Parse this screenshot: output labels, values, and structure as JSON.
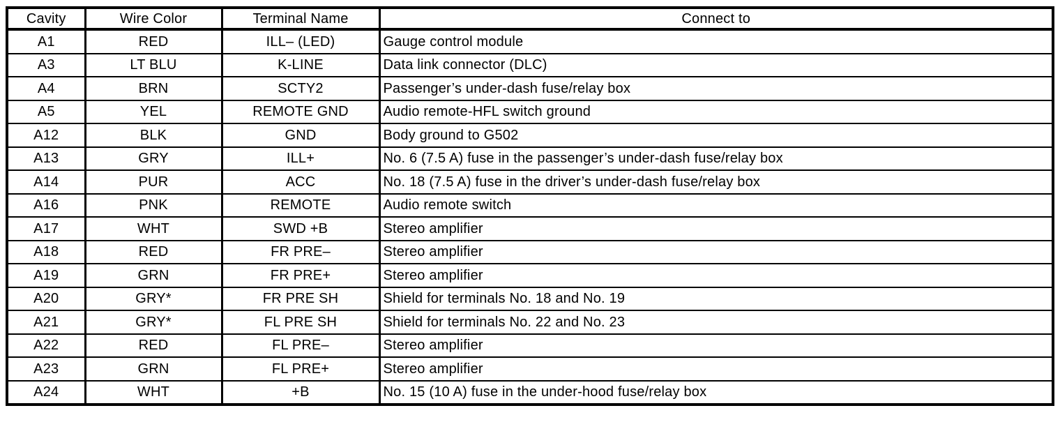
{
  "document": {
    "type": "connector-pinout-table",
    "colors": {
      "background": "#ffffff",
      "border": "#000000",
      "text": "#000000"
    }
  },
  "table": {
    "headers": [
      "Cavity",
      "Wire Color",
      "Terminal Name",
      "Connect to"
    ],
    "rows": [
      {
        "cavity": "A1",
        "wire_color": "RED",
        "terminal_name": "ILL– (LED)",
        "connect_to": "Gauge control module"
      },
      {
        "cavity": "A3",
        "wire_color": "LT BLU",
        "terminal_name": "K-LINE",
        "connect_to": "Data link connector (DLC)"
      },
      {
        "cavity": "A4",
        "wire_color": "BRN",
        "terminal_name": "SCTY2",
        "connect_to": "Passenger’s under-dash fuse/relay box"
      },
      {
        "cavity": "A5",
        "wire_color": "YEL",
        "terminal_name": "REMOTE GND",
        "connect_to": "Audio remote-HFL switch ground"
      },
      {
        "cavity": "A12",
        "wire_color": "BLK",
        "terminal_name": "GND",
        "connect_to": "Body ground to G502"
      },
      {
        "cavity": "A13",
        "wire_color": "GRY",
        "terminal_name": "ILL+",
        "connect_to": "No. 6 (7.5 A) fuse in the passenger’s under-dash fuse/relay box"
      },
      {
        "cavity": "A14",
        "wire_color": "PUR",
        "terminal_name": "ACC",
        "connect_to": "No. 18 (7.5 A) fuse in the driver’s under-dash fuse/relay box"
      },
      {
        "cavity": "A16",
        "wire_color": "PNK",
        "terminal_name": "REMOTE",
        "connect_to": "Audio remote switch"
      },
      {
        "cavity": "A17",
        "wire_color": "WHT",
        "terminal_name": "SWD +B",
        "connect_to": "Stereo amplifier"
      },
      {
        "cavity": "A18",
        "wire_color": "RED",
        "terminal_name": "FR PRE–",
        "connect_to": "Stereo amplifier"
      },
      {
        "cavity": "A19",
        "wire_color": "GRN",
        "terminal_name": "FR PRE+",
        "connect_to": "Stereo amplifier"
      },
      {
        "cavity": "A20",
        "wire_color": "GRY*",
        "terminal_name": "FR PRE SH",
        "connect_to": "Shield for terminals No. 18 and No. 19"
      },
      {
        "cavity": "A21",
        "wire_color": "GRY*",
        "terminal_name": "FL PRE SH",
        "connect_to": "Shield for terminals No. 22 and No. 23"
      },
      {
        "cavity": "A22",
        "wire_color": "RED",
        "terminal_name": "FL PRE–",
        "connect_to": "Stereo amplifier"
      },
      {
        "cavity": "A23",
        "wire_color": "GRN",
        "terminal_name": "FL PRE+",
        "connect_to": "Stereo amplifier"
      },
      {
        "cavity": "A24",
        "wire_color": "WHT",
        "terminal_name": "+B",
        "connect_to": "No. 15 (10 A) fuse in the under-hood fuse/relay box"
      }
    ]
  }
}
